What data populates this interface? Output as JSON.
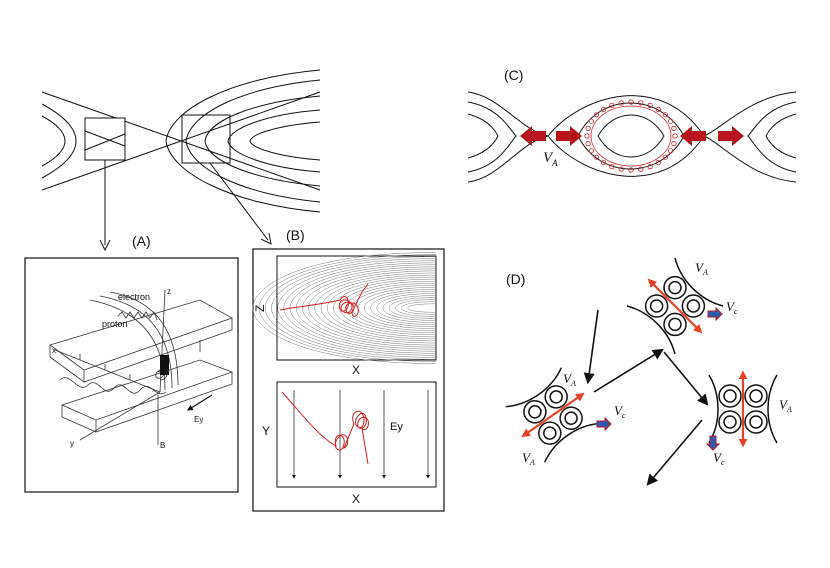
{
  "panels": {
    "A": {
      "label": "(A)",
      "electron": "electron",
      "proton": "proton",
      "x": "x",
      "y": "y",
      "z": "z",
      "B": "B",
      "Ey": "Ey"
    },
    "B": {
      "label": "(B)",
      "z_axis": "Z",
      "x_axis_top": "X",
      "y_axis": "Y",
      "x_axis_bottom": "X",
      "Ey": "Ey"
    },
    "C": {
      "label": "(C)",
      "VA": "V",
      "VA_sub": "A"
    },
    "D": {
      "label": "(D)",
      "VA": "V",
      "VA_sub": "A",
      "Vc": "V",
      "Vc_sub": "c"
    }
  },
  "colors": {
    "line": "#111111",
    "red": "#d42020",
    "dark_red": "#b8141c",
    "blue": "#2a5bb0"
  }
}
